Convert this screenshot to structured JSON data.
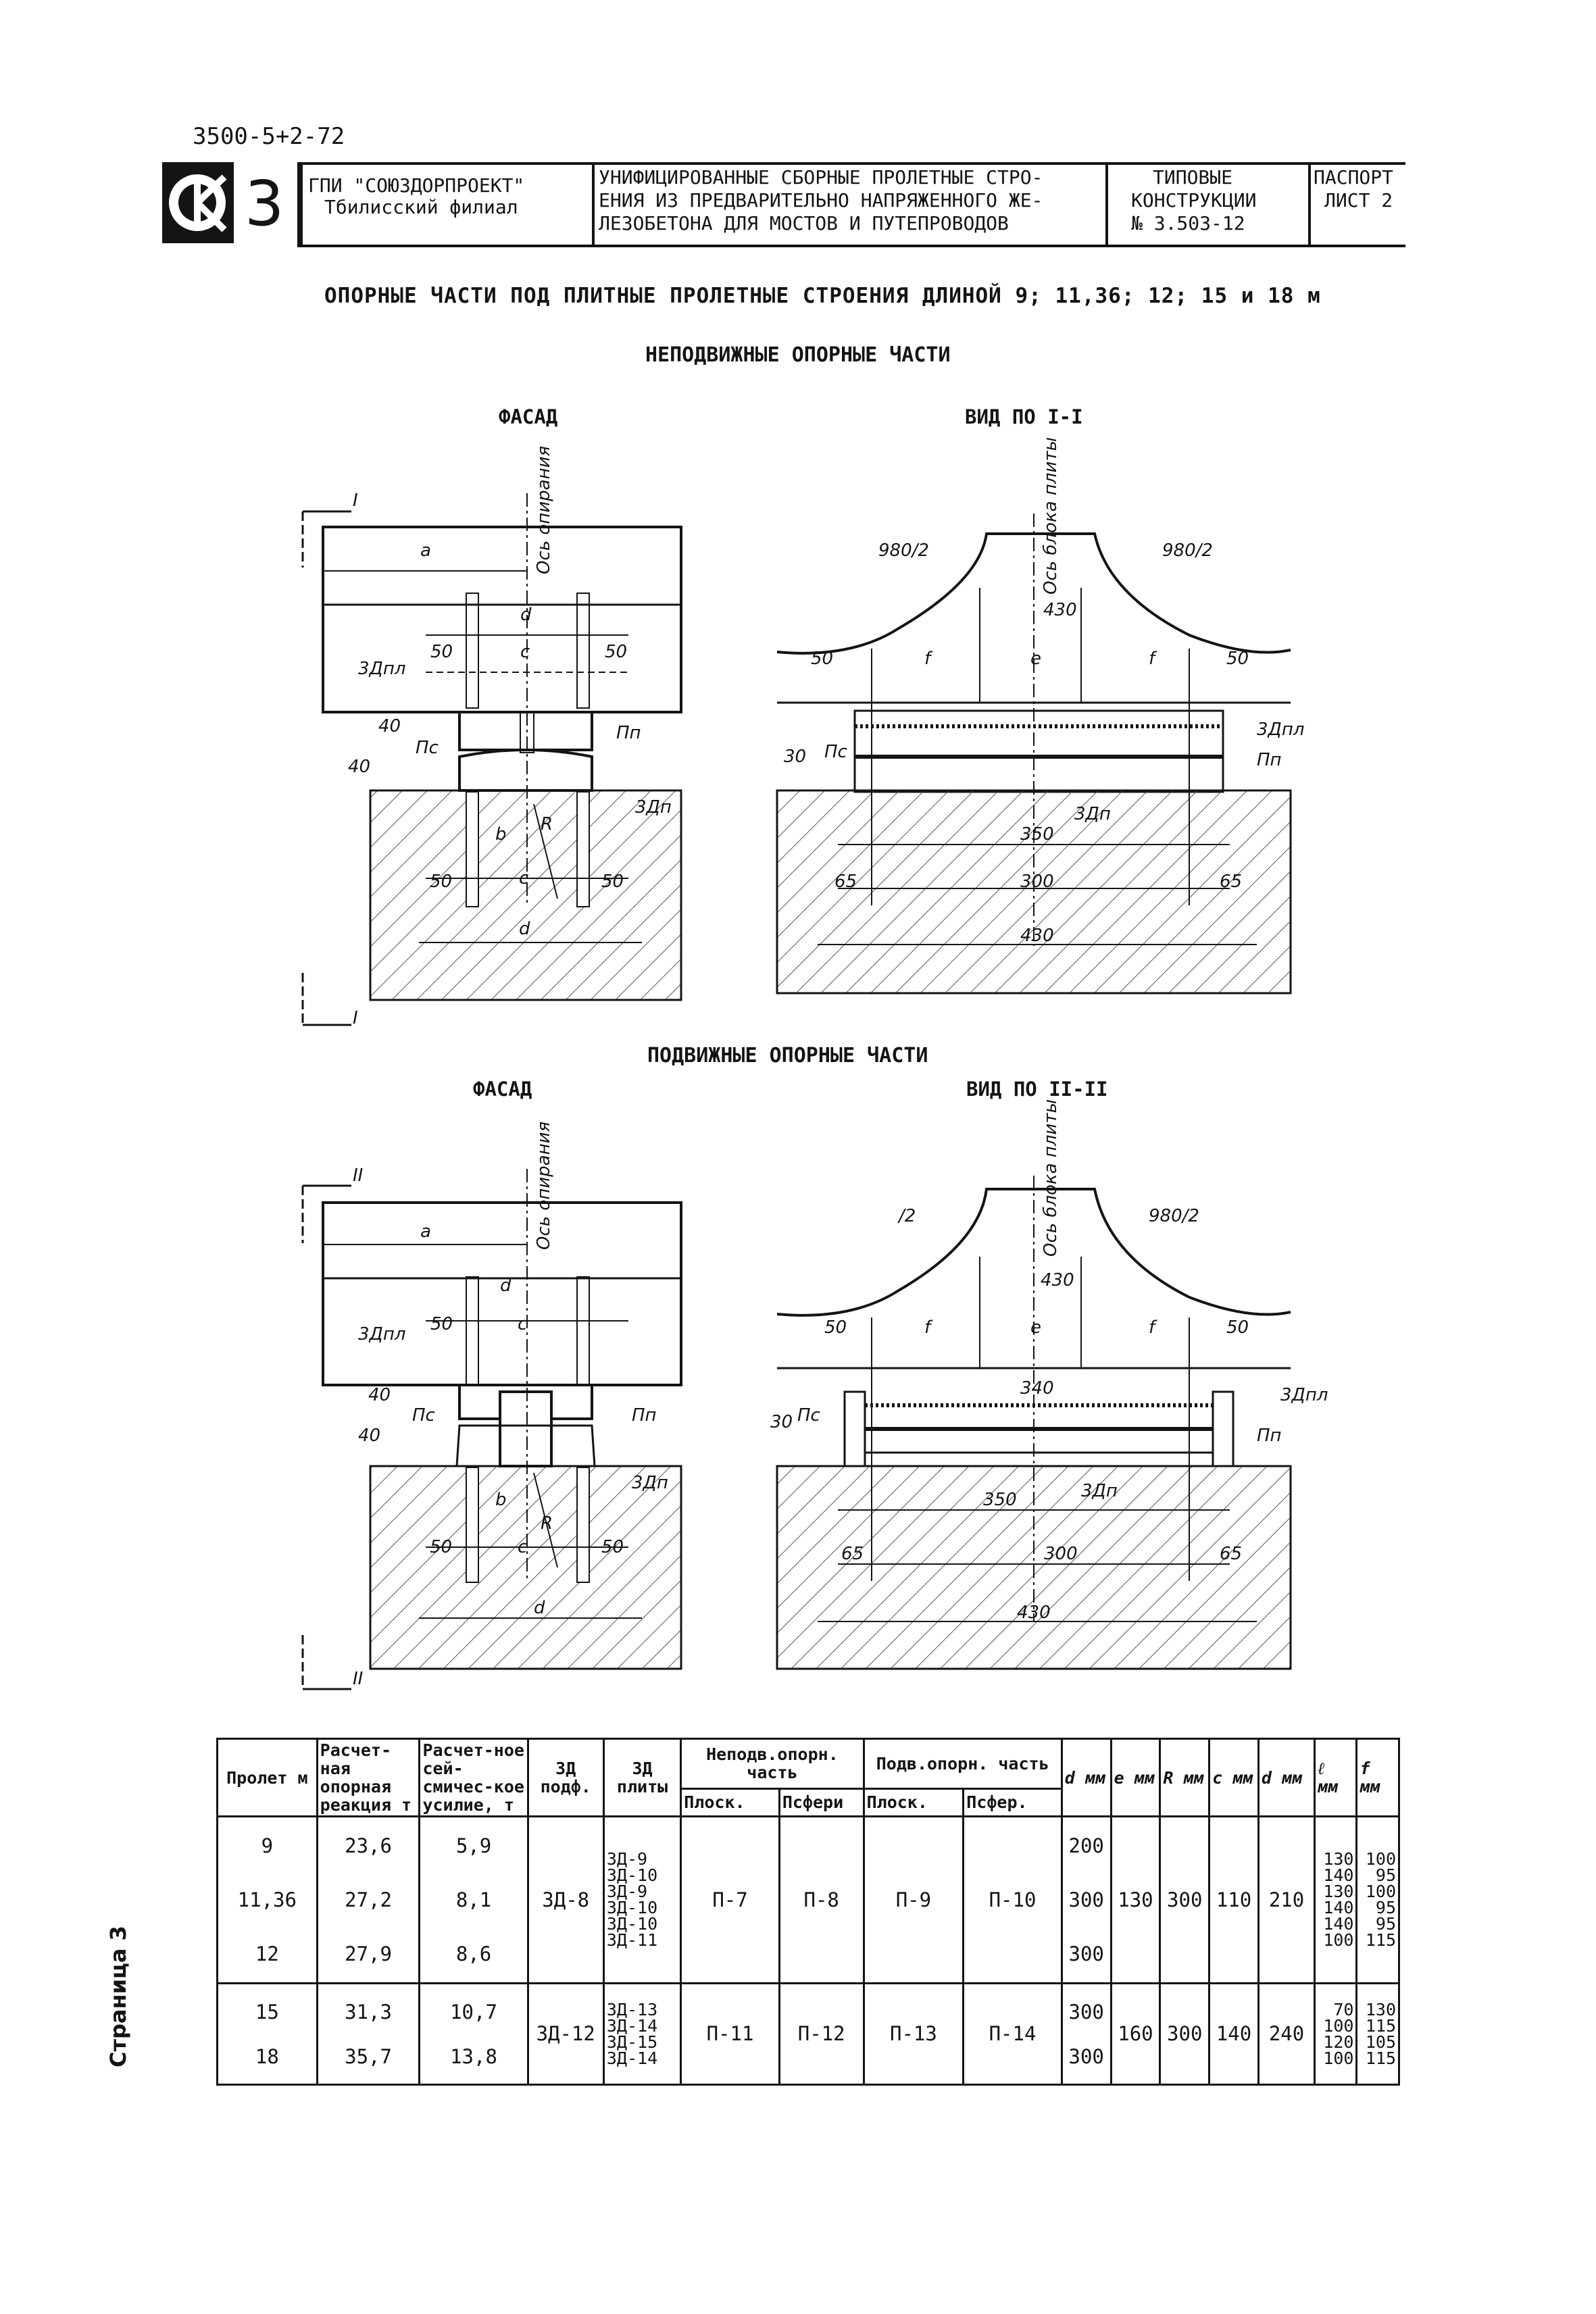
{
  "stamp": {
    "code": "3500-5+2-72",
    "series_number": "3"
  },
  "header": {
    "org": [
      "ГПИ \"СОЮЗДОРПРОЕКТ\"",
      "Тбилисский филиал"
    ],
    "title": [
      "УНИФИЦИРОВАННЫЕ СБОРНЫЕ ПРОЛЕТНЫЕ СТРО-",
      "ЕНИЯ ИЗ ПРЕДВАРИТЕЛЬНО НАПРЯЖЕННОГО ЖЕ-",
      "ЛЕЗОБЕТОНА ДЛЯ МОСТОВ И ПУТЕПРОВОДОВ"
    ],
    "series": [
      "ТИПОВЫЕ",
      "КОНСТРУКЦИИ",
      "№ 3.503-12"
    ],
    "sheet": [
      "ПАСПОРТ",
      "ЛИСТ 2"
    ]
  },
  "page_title": "ОПОРНЫЕ ЧАСТИ ПОД ПЛИТНЫЕ ПРОЛЕТНЫЕ СТРОЕНИЯ ДЛИНОЙ 9; 11,36; 12; 15 и 18 м",
  "section_fixed": "НЕПОДВИЖНЫЕ ОПОРНЫЕ ЧАСТИ",
  "section_movable": "ПОДВИЖНЫЕ ОПОРНЫЕ ЧАСТИ",
  "view_labels": {
    "facade": "ФАСАД",
    "view1": "ВИД ПО I-I",
    "view2": "ВИД ПО II-II"
  },
  "drawing_labels": {
    "sec1": "I",
    "sec2": "II",
    "axis_support": "Ось опирания",
    "axis_block": "Ось блока плиты",
    "a": "a",
    "c": "c",
    "d": "d",
    "b": "b",
    "e": "e",
    "f": "f",
    "R": "R",
    "d50": "50",
    "d40": "40",
    "d30": "30",
    "d65": "65",
    "half980": "980/2",
    "half980_partial": "/2",
    "w430": "430",
    "w350": "350",
    "w300": "300",
    "w340": "340",
    "zdpl": "3Дпл",
    "zdp": "3Дп",
    "ps": "Пс",
    "pp": "Пп"
  },
  "table": {
    "headers": {
      "span": "Пролет м",
      "reaction": "Расчет-ная опорная реакция т",
      "seismic": "Расчет-ное сей-смичес-кое усилие, т",
      "zd_sub": "3Д подф.",
      "zd_slab": "3Д плиты",
      "fixed": "Неподв.опорн. часть",
      "movable": "Подв.опорн. часть",
      "flat": "Плоск.",
      "spher": "Псфери",
      "spher2": "Псфер.",
      "dmm": "d мм",
      "emm": "e мм",
      "Rmm": "R мм",
      "cmm": "c мм",
      "dmm2": "d мм",
      "lmm": "ℓ мм",
      "fmm": "f мм"
    },
    "group1": {
      "spans": [
        "9",
        "11,36",
        "12"
      ],
      "reactions": [
        "23,6",
        "27,2",
        "27,9"
      ],
      "seismic": [
        "5,9",
        "8,1",
        "8,6"
      ],
      "zd_sub": "3Д-8",
      "zd_slab": [
        "3Д-9",
        "3Д-10",
        "3Д-9",
        "3Д-10",
        "3Д-10",
        "3Д-11"
      ],
      "fixed_flat": "П-7",
      "fixed_spher": "П-8",
      "mov_flat": "П-9",
      "mov_spher": "П-10",
      "d": [
        "200",
        "300",
        "300"
      ],
      "e": "130",
      "R": "300",
      "c": "110",
      "d2": "210",
      "l": [
        "130",
        "140",
        "130",
        "140",
        "140",
        "100"
      ],
      "f": [
        "100",
        "95",
        "100",
        "95",
        "95",
        "115"
      ]
    },
    "group2": {
      "spans": [
        "15",
        "18"
      ],
      "reactions": [
        "31,3",
        "35,7"
      ],
      "seismic": [
        "10,7",
        "13,8"
      ],
      "zd_sub": "3Д-12",
      "zd_slab": [
        "3Д-13",
        "3Д-14",
        "3Д-15",
        "3Д-14"
      ],
      "fixed_flat": "П-11",
      "fixed_spher": "П-12",
      "mov_flat": "П-13",
      "mov_spher": "П-14",
      "d": [
        "300",
        "300"
      ],
      "e": "160",
      "R": "300",
      "c": "140",
      "d2": "240",
      "l": [
        "70",
        "100",
        "120",
        "100"
      ],
      "f": [
        "130",
        "115",
        "105",
        "115"
      ]
    }
  },
  "side_text": "Страница 3"
}
